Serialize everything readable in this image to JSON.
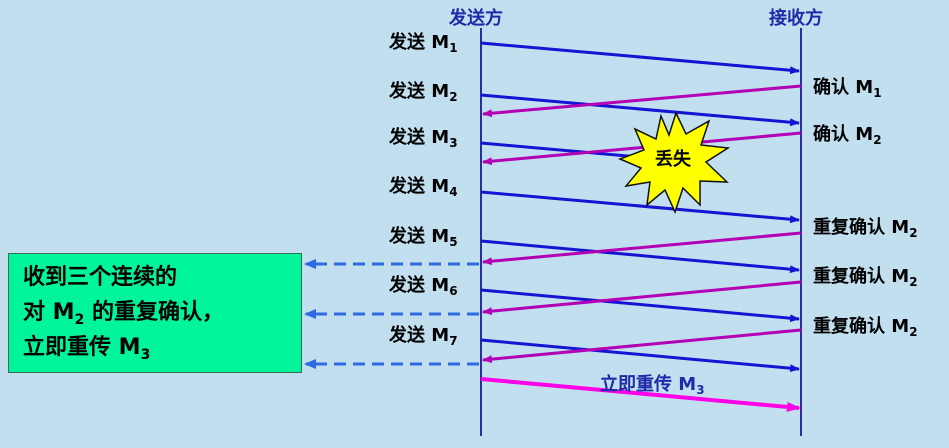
{
  "header": {
    "sender": "发送方",
    "receiver": "接收方"
  },
  "send_labels": [
    {
      "text": "发送 M",
      "sub": "1"
    },
    {
      "text": "发送 M",
      "sub": "2"
    },
    {
      "text": "发送 M",
      "sub": "3"
    },
    {
      "text": "发送 M",
      "sub": "4"
    },
    {
      "text": "发送 M",
      "sub": "5"
    },
    {
      "text": "发送 M",
      "sub": "6"
    },
    {
      "text": "发送 M",
      "sub": "7"
    }
  ],
  "ack_labels": [
    {
      "text": "确认 M",
      "sub": "1"
    },
    {
      "text": "确认 M",
      "sub": "2"
    },
    {
      "text": "重复确认 M",
      "sub": "2"
    },
    {
      "text": "重复确认 M",
      "sub": "2"
    },
    {
      "text": "重复确认 M",
      "sub": "2"
    }
  ],
  "loss_label": "丢失",
  "note": {
    "line1": "收到三个连续的",
    "line2_pre": "对 M",
    "line2_sub": "2",
    "line2_post": " 的重复确认，",
    "line3_pre": "立即重传 M",
    "line3_sub": "3"
  },
  "retransmit": {
    "text": "立即重传 M",
    "sub": "3"
  },
  "colors": {
    "background": "#c2dff0",
    "timeline": "#2b2e9a",
    "send_arrow": "#1414d2",
    "ack_arrow": "#b400b4",
    "dashed_arrow": "#2e6ae0",
    "retransmit_arrow": "#ff00e6",
    "note_box": "#00f59a",
    "loss_burst": "#ffff00"
  }
}
